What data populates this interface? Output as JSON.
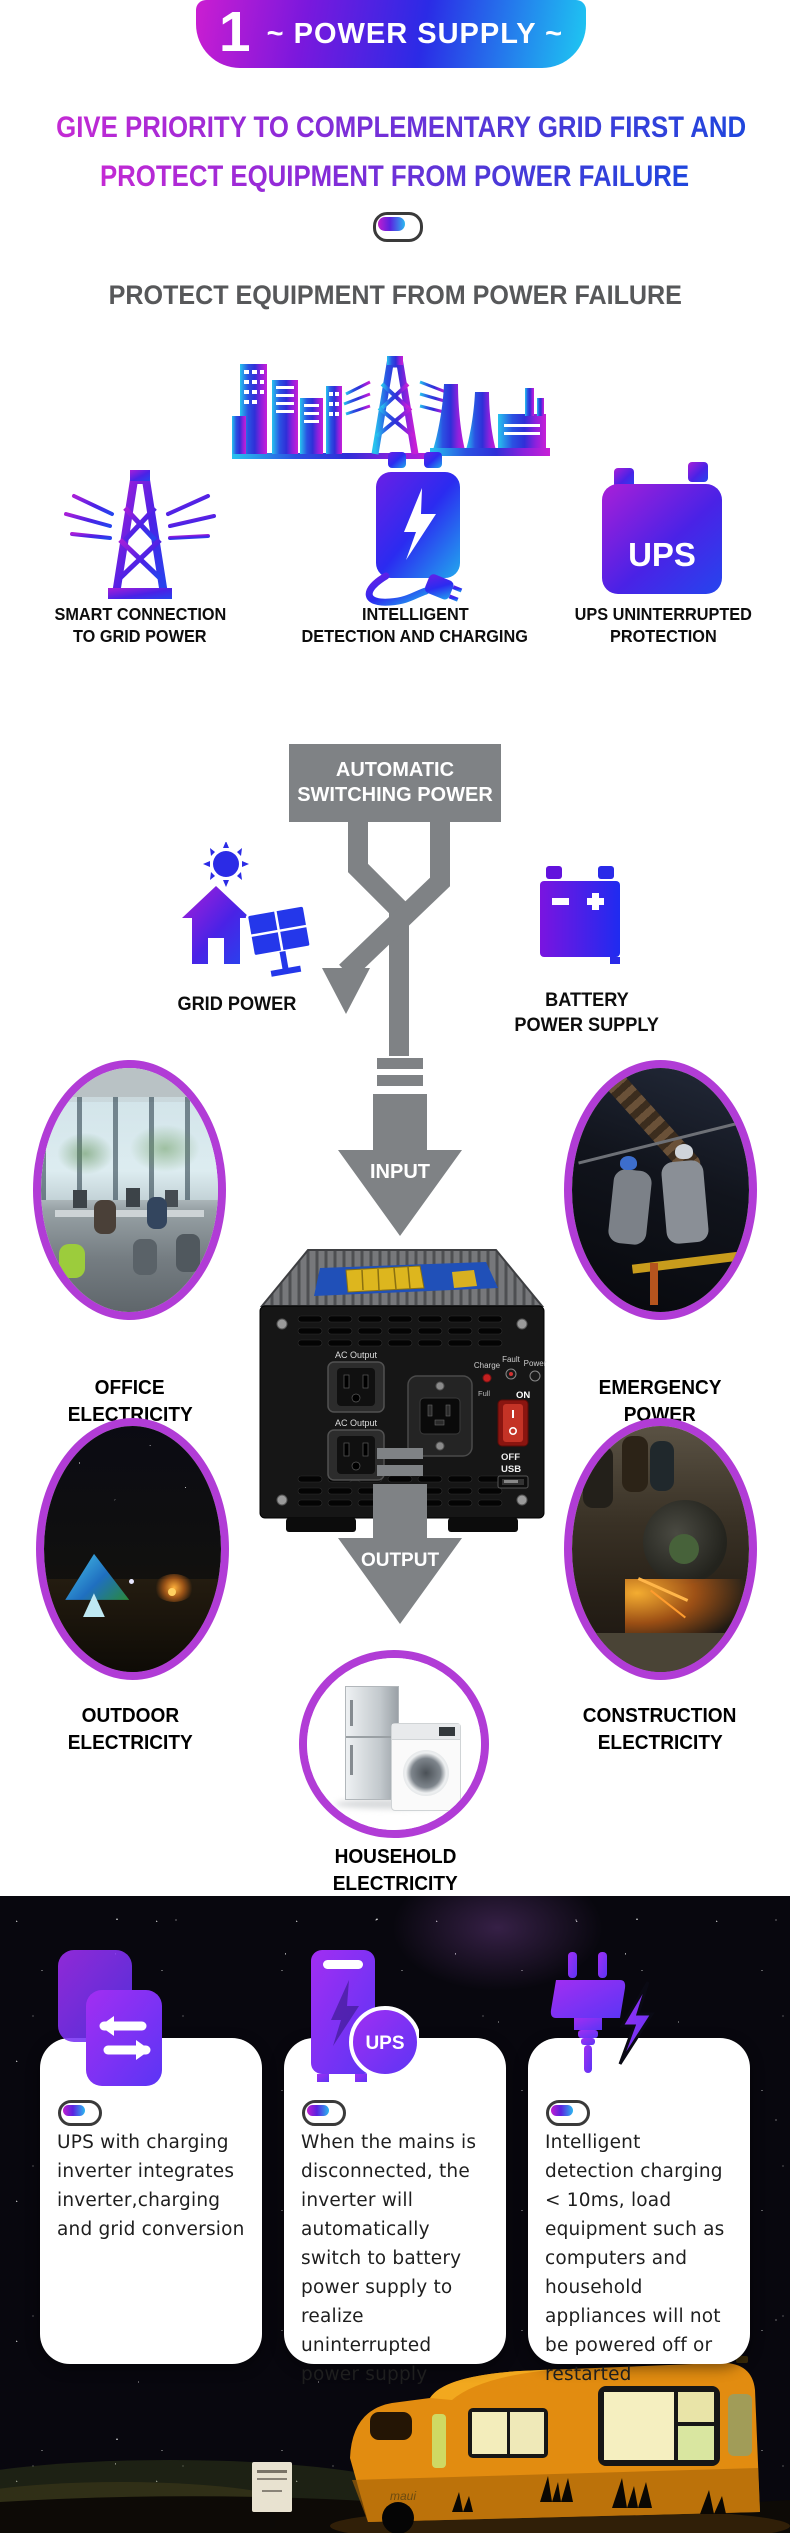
{
  "banner": {
    "number": "1",
    "title": "~ POWER SUPPLY ~"
  },
  "headline": {
    "line1": "GIVE PRIORITY TO COMPLEMENTARY GRID FIRST AND",
    "line2": "PROTECT EQUIPMENT FROM POWER FAILURE"
  },
  "intro": {
    "subtitle": "PROTECT EQUIPMENT FROM POWER FAILURE"
  },
  "features": {
    "f1": {
      "line1": "SMART CONNECTION",
      "line2": "TO GRID POWER"
    },
    "f2": {
      "line1": "INTELLIGENT",
      "line2": "DETECTION AND CHARGING"
    },
    "f3": {
      "line1": "UPS UNINTERRUPTED",
      "line2": "PROTECTION"
    },
    "ups_icon_text": "UPS"
  },
  "flow": {
    "switch_line1": "AUTOMATIC",
    "switch_line2": "SWITCHING POWER",
    "grid_power": "GRID POWER",
    "battery_line1": "BATTERY",
    "battery_line2": "POWER SUPPLY",
    "input_label": "INPUT",
    "output_label": "OUTPUT"
  },
  "inverter": {
    "ac_output_top": "AC Output",
    "ac_output_bottom": "AC Output",
    "charge": "Charge",
    "fault": "Fault",
    "power": "Power",
    "on": "ON",
    "off": "OFF",
    "usb": "USB",
    "full": "Full"
  },
  "use_cases": {
    "office": {
      "line1": "OFFICE",
      "line2": "ELECTRICITY"
    },
    "emergency": {
      "line1": "EMERGENCY",
      "line2": "POWER"
    },
    "outdoor": {
      "line1": "OUTDOOR",
      "line2": "ELECTRICITY"
    },
    "construction": {
      "line1": "CONSTRUCTION",
      "line2": "ELECTRICITY"
    },
    "household": {
      "line1": "HOUSEHOLD",
      "line2": "ELECTRICITY"
    }
  },
  "cards": {
    "card1": {
      "text": "UPS with charging inverter integrates inverter,charging and grid conversion"
    },
    "card2": {
      "text": "When the mains is disconnected, the inverter will automatically switch to battery power supply to realize uninterrupted power supply",
      "ups_badge": "UPS"
    },
    "card3": {
      "text": "Intelligent detection charging < 10ms, load equipment such as computers and household appliances will not be powered off or restarted"
    }
  },
  "rv": {
    "brand": "maui"
  },
  "icons": {
    "toggle": "gradient-toggle-pill",
    "skyline": "city-pylon-factory-silhouette",
    "feature1": "transmission-tower",
    "feature2": "charging-battery-with-plug",
    "feature3": "ups-battery",
    "grid": "house-sun-solar-panel",
    "battery": "car-battery",
    "card1": "swap-transfer-squares",
    "card2": "power-station-with-ups-badge",
    "card3": "plug-with-lightning"
  },
  "colors": {
    "gradient_magenta": "#cb1ed1",
    "gradient_purple": "#7a18dd",
    "gradient_blue": "#2b2be6",
    "gradient_cyan": "#1ec9f2",
    "heading_gray": "#57585a",
    "flow_gray": "#7f8285",
    "label_black": "#0d0d0d",
    "ring_purple": "#b13cd6",
    "night_sky": "#08070e",
    "rv_orange": "#e28c10"
  }
}
